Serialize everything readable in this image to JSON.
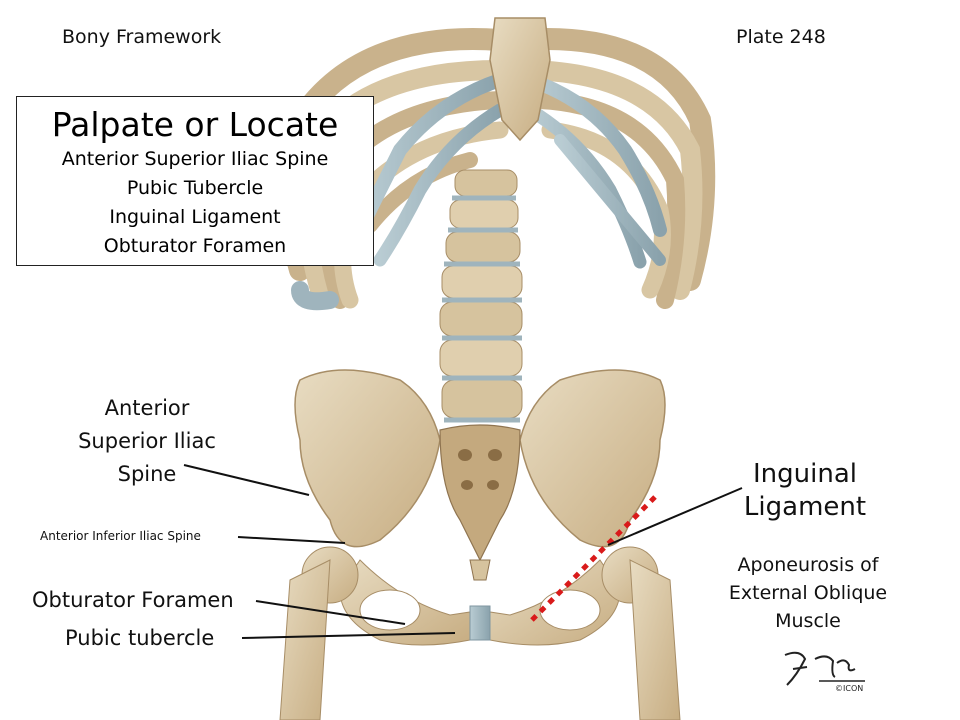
{
  "header": {
    "left": "Bony Framework",
    "right": "Plate 248"
  },
  "callout": {
    "title": "Palpate or Locate",
    "items": [
      "Anterior Superior Iliac Spine",
      "Pubic Tubercle",
      "Inguinal Ligament",
      "Obturator Foramen"
    ]
  },
  "labels": {
    "asis_lines": [
      "Anterior",
      "Superior Iliac",
      "Spine"
    ],
    "aiis": "Anterior Inferior Iliac Spine",
    "obturator": "Obturator Foramen",
    "pubic_tubercle": "Pubic tubercle",
    "inguinal_lines": [
      "Inguinal",
      "Ligament"
    ],
    "aponeurosis_lines": [
      "Aponeurosis of",
      "External Oblique",
      "Muscle"
    ]
  },
  "signature": {
    "text": "F. Netter M.D. ©ICON"
  },
  "colors": {
    "bone": "#d9c7a5",
    "bone_shadow": "#b59b72",
    "cartilage": "#9fb4bd",
    "dotted_line": "#d91a1a"
  }
}
